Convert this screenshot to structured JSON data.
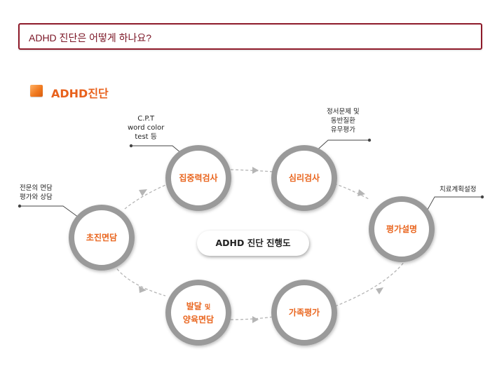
{
  "header": {
    "question": "ADHD 진단은 어떻게 하나요?"
  },
  "section": {
    "title": "ADHD진단"
  },
  "diagram": {
    "center_label": "ADHD 진단 진행도",
    "nodes": {
      "initial": "초진면담",
      "attention": "집중력검사",
      "psych": "심리검사",
      "explain": "평가설명",
      "dev_line1": "발달",
      "dev_and": "및",
      "dev_line2": "양육면담",
      "family": "가족평가"
    },
    "annotations": {
      "initial_line1": "전문의 면담",
      "initial_line2": "평가와 상담",
      "attention_line1": "C.P.T",
      "attention_line2": "word color",
      "attention_line3": "test 등",
      "psych_line1": "정서문제 및",
      "psych_line2": "동반질환",
      "psych_line3": "유무평가",
      "explain_line1": "치료계획설정"
    },
    "colors": {
      "ring": "#9a9a9a",
      "label": "#e9651e",
      "header_border": "#8e1a2a",
      "section_title": "#e8611c",
      "arrow": "#b5b5b5"
    }
  }
}
